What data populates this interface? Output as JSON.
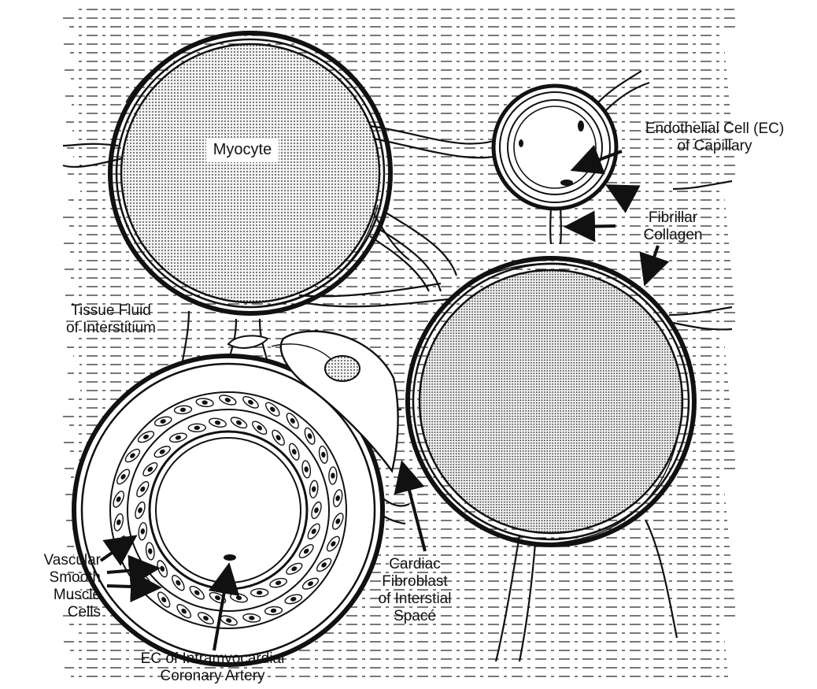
{
  "labels": {
    "myocyte": "Myocyte",
    "endothelial_capillary": {
      "line1": "Endothelial Cell (EC)",
      "line2": "of Capillary"
    },
    "fibrillar_collagen": {
      "line1": "Fibrillar",
      "line2": "Collagen"
    },
    "tissue_fluid": {
      "line1": "Tissue Fluid",
      "line2": "of Interstitium"
    },
    "vascular_smooth_muscle": {
      "line1": "Vascular",
      "line2": "Smooth",
      "line3": "Muscle",
      "line4": "Cells"
    },
    "cardiac_fibroblast": {
      "line1": "Cardiac",
      "line2": "Fibroblast",
      "line3": "of Interstial",
      "line4": "Spacé"
    },
    "ec_coronary_artery": {
      "line1": "EC of Intramyocardial",
      "line2": "Coronary Artery"
    }
  },
  "colors": {
    "ink": "#111111",
    "stipple": "#222222",
    "background": "#ffffff"
  }
}
